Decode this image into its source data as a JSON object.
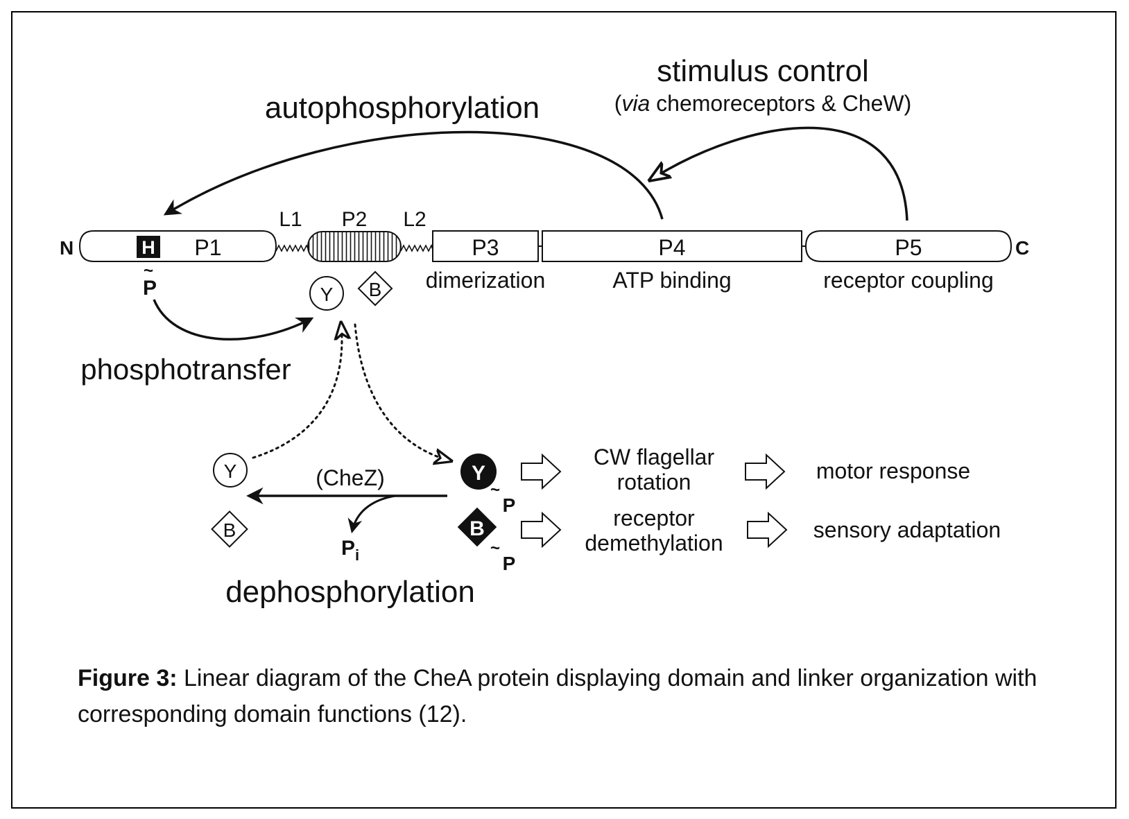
{
  "labels": {
    "stimulus_control": "stimulus control",
    "via_italic": "via",
    "via_rest": " chemoreceptors & CheW)",
    "via_open": "(",
    "autophosphorylation": "autophosphorylation",
    "phosphotransfer": "phosphotransfer",
    "dephosphorylation": "dephosphorylation",
    "chez": "(CheZ)",
    "pi_main": "P",
    "pi_sub": "i",
    "n_term": "N",
    "c_term": "C"
  },
  "domains": {
    "h": "H",
    "p1": "P1",
    "l1": "L1",
    "p2": "P2",
    "l2": "L2",
    "p3": "P3",
    "p4": "P4",
    "p5": "P5",
    "p3_fn": "dimerization",
    "p4_fn": "ATP binding",
    "p5_fn": "receptor coupling"
  },
  "phospho": {
    "tilde": "~",
    "p": "P"
  },
  "proteins": {
    "y": "Y",
    "b": "B"
  },
  "outcomes": {
    "cw_line1": "CW flagellar",
    "cw_line2": "rotation",
    "motor": "motor response",
    "rec_line1": "receptor",
    "rec_line2": "demethylation",
    "sensory": "sensory adaptation"
  },
  "caption": {
    "bold": "Figure 3:",
    "text": " Linear diagram of the CheA protein displaying domain and linker organization with corresponding domain functions (12)."
  }
}
